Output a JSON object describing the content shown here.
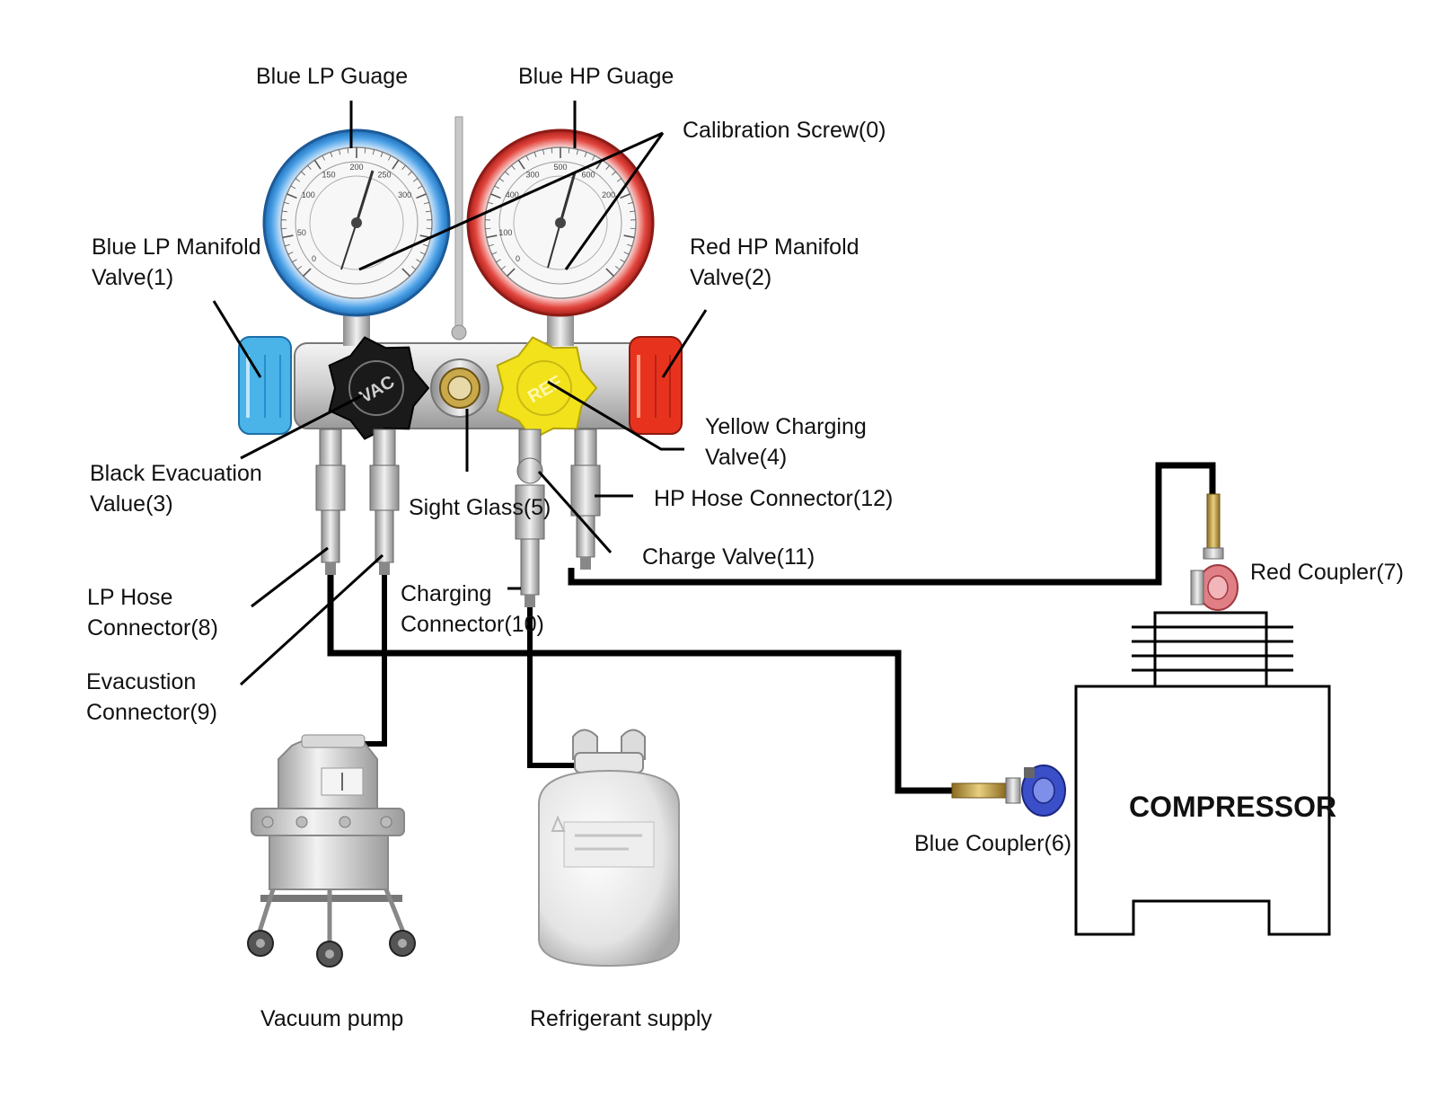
{
  "labels": {
    "blue_lp_gauge": "Blue LP Guage",
    "blue_hp_gauge": "Blue HP Guage",
    "calibration_screw": "Calibration Screw(0)",
    "blue_lp_manifold_valve": "Blue LP Manifold\nValve(1)",
    "red_hp_manifold_valve": "Red HP Manifold\nValve(2)",
    "black_evacuation_valve": "Black Evacuation\nValue(3)",
    "yellow_charging_valve": "Yellow Charging\nValve(4)",
    "sight_glass": "Sight Glass(5)",
    "hp_hose_connector": "HP Hose Connector(12)",
    "charge_valve": "Charge Valve(11)",
    "lp_hose_connector": "LP Hose\nConnector(8)",
    "charging_connector": "Charging\nConnector(10)",
    "evacuation_connector": "Evacustion\nConnector(9)",
    "red_coupler": "Red Coupler(7)",
    "blue_coupler": "Blue Coupler(6)",
    "compressor": "COMPRESSOR",
    "vacuum_pump": "Vacuum pump",
    "refrigerant_supply": "Refrigerant supply"
  },
  "gauge_scale_labels": {
    "lp": [
      "150",
      "100",
      "200",
      "250",
      "300",
      "50",
      "0"
    ],
    "hp": [
      "300",
      "400",
      "500",
      "600",
      "200",
      "100",
      "0"
    ]
  },
  "knob_text": {
    "black": "VAC",
    "yellow": "REF"
  },
  "colors": {
    "lp_blue": "#3a8fd6",
    "hp_red": "#d8312a",
    "knob_black": "#1a1a1a",
    "knob_yellow": "#f2e21c",
    "hose": "#000000",
    "blue_coupler": "#3a4fc8",
    "red_coupler": "#d9505a"
  }
}
